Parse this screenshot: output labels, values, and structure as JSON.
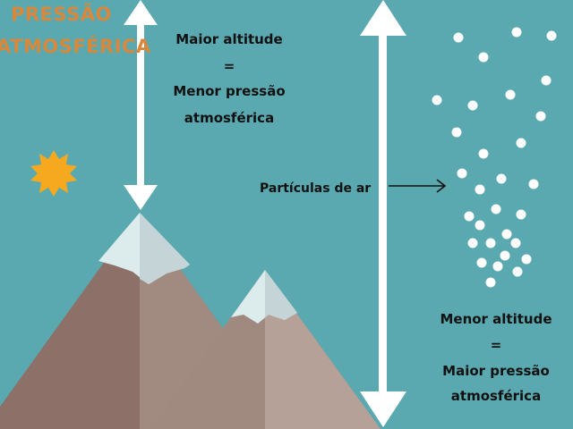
{
  "title": {
    "line1": "PRESSÃO",
    "line2": "ATMOSFÉRICA"
  },
  "high_altitude": {
    "line1": "Maior altitude",
    "line2": "=",
    "line3": "Menor pressão",
    "line4": "atmosférica"
  },
  "low_altitude": {
    "line1": "Menor altitude",
    "line2": "=",
    "line3": "Maior pressão",
    "line4": "atmosférica"
  },
  "particles": {
    "label": "Partículas de ar"
  },
  "colors": {
    "background": "#5aa9b0",
    "title": "#d9883b",
    "sun": "#f6a81f",
    "mountain_back": "#9e8478",
    "mountain_front": "#b49f94",
    "snow": "#dcebec",
    "arrows": "#ffffff"
  }
}
